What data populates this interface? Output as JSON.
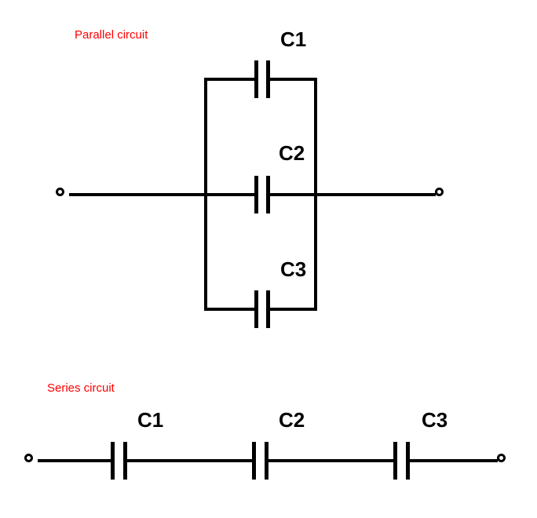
{
  "colors": {
    "wire": "#000000",
    "label": "#000000",
    "section_title": "#ff0000",
    "background": "#ffffff"
  },
  "parallel_circuit": {
    "title": "Parallel circuit",
    "branches": [
      {
        "label": "C1"
      },
      {
        "label": "C2"
      },
      {
        "label": "C3"
      }
    ]
  },
  "series_circuit": {
    "title": "Series circuit",
    "capacitors": [
      {
        "label": "C1"
      },
      {
        "label": "C2"
      },
      {
        "label": "C3"
      }
    ]
  }
}
